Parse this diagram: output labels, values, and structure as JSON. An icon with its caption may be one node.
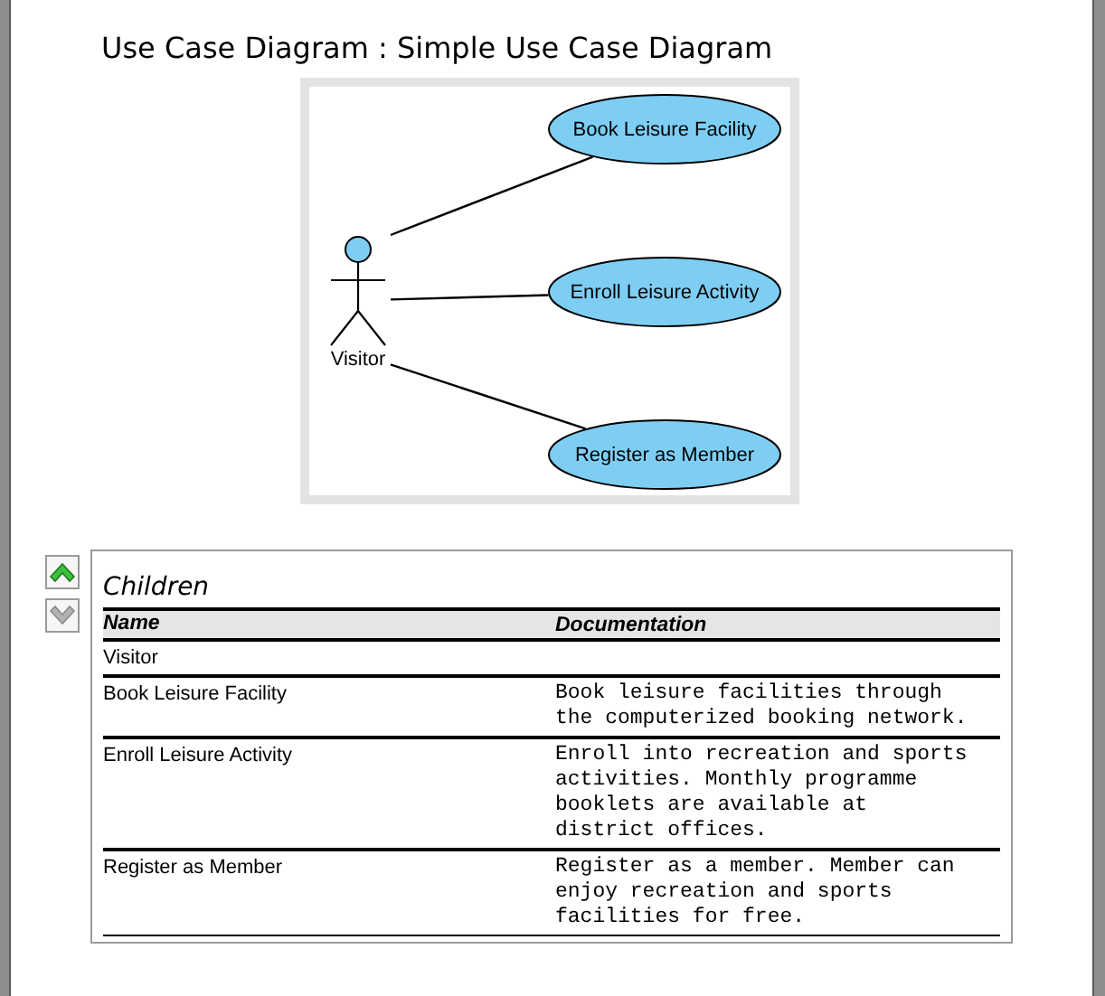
{
  "diagram": {
    "title": "Use Case Diagram : Simple Use Case Diagram",
    "nodes": [
      {
        "text": [
          "Visitor"
        ]
      },
      {
        "text": [
          "Book Leisure Facility"
        ]
      },
      {
        "text": [
          "Enroll Leisure Activity"
        ]
      },
      {
        "text": [
          "Register as Member"
        ]
      }
    ],
    "edges": [
      {
        "from": 0,
        "to": 1,
        "arrow": "none"
      },
      {
        "from": 0,
        "to": 2,
        "arrow": "none"
      },
      {
        "from": 0,
        "to": 3,
        "arrow": "none"
      }
    ],
    "labels": [
      "Children",
      "Name",
      "Documentation",
      "Visitor",
      "Book Leisure Facility",
      "Book leisure facilities through the computerized booking network.",
      "Enroll Leisure Activity",
      "Enroll into recreation and sports activities. Monthly programme booklets are available at district offices.",
      "Register as Member",
      "Register as a member. Member can enjoy recreation and sports facilities for free."
    ]
  }
}
